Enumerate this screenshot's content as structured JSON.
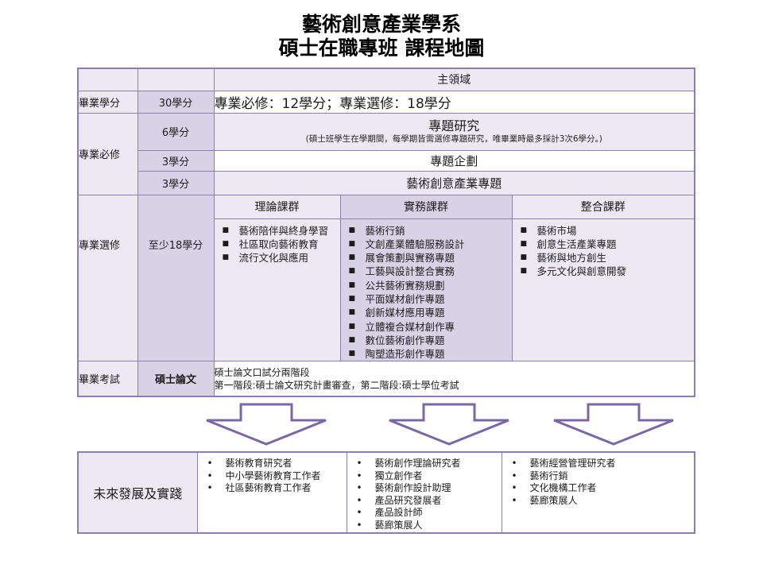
{
  "colors": {
    "table_border": "#8C7DB3",
    "arrow_outline": "#7A68A6",
    "cell_light": "#ECE9F3",
    "cell_medium": "#D9D2E6",
    "cell_white": "#FFFFFF",
    "text": "#1C1C1C"
  },
  "icons": {
    "square_bullet": "■",
    "round_bullet": "•",
    "down_arrow": "block-down-arrow"
  },
  "title": {
    "line1": "藝術創意產業學系",
    "line2": "碩士在職專班  課程地圖"
  },
  "main_table": {
    "main_field_header": "主領域",
    "graduation": {
      "label": "畢業學分",
      "credits": "30學分",
      "detail": "專業必修：12學分；專業選修：18學分"
    },
    "required": {
      "label": "專業必修",
      "items": [
        {
          "credits": "6學分",
          "title": "專題研究",
          "note": "(碩士班學生在學期間，每學期皆需選修專題研究，唯畢業時最多採計3次6學分。)"
        },
        {
          "credits": "3學分",
          "title": "專題企劃"
        },
        {
          "credits": "3學分",
          "title": "藝術創意產業專題"
        }
      ]
    },
    "elective": {
      "label": "專業選修",
      "credits": "至少18學分",
      "groups": [
        {
          "name": "理論課群",
          "courses": [
            "藝術陪伴與終身學習",
            "社區取向藝術教育",
            "流行文化與應用"
          ]
        },
        {
          "name": "實務課群",
          "courses": [
            "藝術行銷",
            "文創產業體驗服務設計",
            "展會策劃與實務專題",
            "工藝與設計整合實務",
            "公共藝術實務規劃",
            "平面媒材創作專題",
            "創新媒材應用專題",
            "立體複合媒材創作專",
            "數位藝術創作專題",
            "陶塑造形創作專題"
          ]
        },
        {
          "name": "整合課群",
          "courses": [
            "藝術市場",
            "創意生活產業專題",
            "藝術與地方創生",
            "多元文化與創意開發"
          ]
        }
      ]
    },
    "exam": {
      "label": "畢業考試",
      "credits": "碩士論文",
      "line1": "碩士論文口試分兩階段",
      "line2": "第一階段:碩士論文研究計畫審查，第二階段:碩士學位考試"
    }
  },
  "future_table": {
    "label": "未來發展及實踐",
    "columns": [
      {
        "careers": [
          "藝術教育研究者",
          "中小學藝術教育工作者",
          "社區藝術教育工作者"
        ]
      },
      {
        "careers": [
          "藝術創作理論研究者",
          "獨立創作者",
          "藝術創作設計助理",
          "產品研究發展者",
          "產品設計師",
          "藝廊策展人"
        ]
      },
      {
        "careers": [
          "藝術經營管理研究者",
          "藝術行銷",
          "文化機構工作者",
          "藝廊策展人"
        ]
      }
    ]
  }
}
